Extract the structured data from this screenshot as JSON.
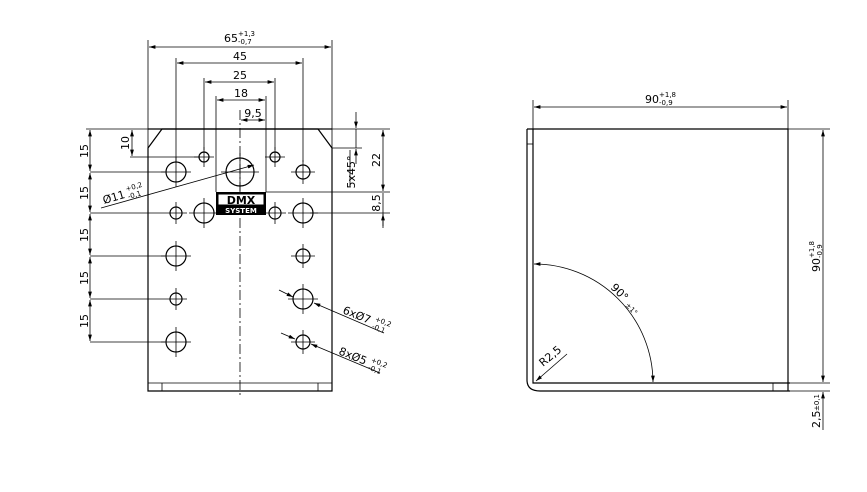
{
  "drawing": {
    "front_view": {
      "dims": {
        "width_total": "65",
        "width_total_tol_plus": "+1,3",
        "width_total_tol_minus": "-0,7",
        "d45": "45",
        "d25": "25",
        "d18": "18",
        "d9_5": "9,5",
        "d10": "10",
        "pitch": [
          "15",
          "15",
          "15",
          "15",
          "15"
        ],
        "d22": "22",
        "d8_5": "8,5",
        "chamfer": "5x45°",
        "hole_main": "Ø11",
        "hole_main_tol_plus": "+0,2",
        "hole_main_tol_minus": "-0,1",
        "holes_7": "6xØ7",
        "holes_7_tol_plus": "+0,2",
        "holes_7_tol_minus": "-0,1",
        "holes_5": "8xØ5",
        "holes_5_tol_plus": "+0,2",
        "holes_5_tol_minus": "-0,1"
      },
      "logo": {
        "line1": "DMX",
        "line2": "SYSTEM"
      }
    },
    "side_view": {
      "dims": {
        "width": "90",
        "width_tol_plus": "+1,8",
        "width_tol_minus": "-0,9",
        "height": "90",
        "height_tol_plus": "+1,8",
        "height_tol_minus": "-0,9",
        "angle": "90°",
        "angle_tol": "±1°",
        "radius": "R2,5",
        "thickness": "2,5",
        "thickness_tol": "±0,1"
      }
    }
  }
}
